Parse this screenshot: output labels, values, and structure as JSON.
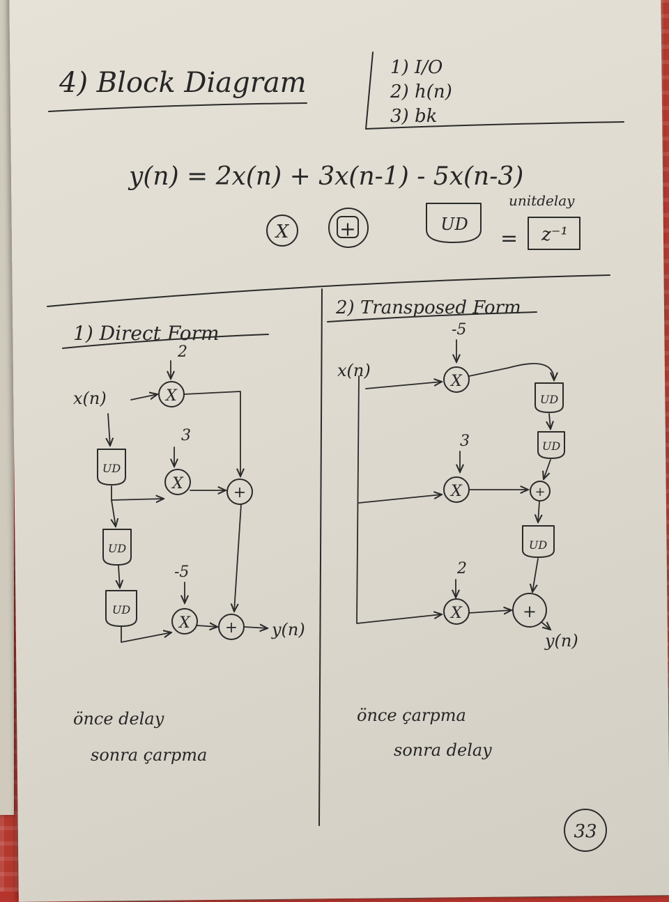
{
  "title": "4) Block Diagram",
  "checklist": [
    "1) I/O",
    "2) h(n)",
    "3) bk"
  ],
  "equation": "y(n) = 2x(n) + 3x(n-1) - 5x(n-3)",
  "legend": {
    "multiplier": "X",
    "adder": "+",
    "unit_delay": "UD",
    "unit_delay_caption": "unitdelay",
    "equals": "=",
    "z_inverse": "z⁻¹"
  },
  "direct_form": {
    "heading": "1) Direct Form",
    "input": "x(n)",
    "output": "y(n)",
    "coefficients": [
      "2",
      "3",
      "-5"
    ],
    "note_line1": "önce delay",
    "note_line2": "sonra çarpma"
  },
  "transposed_form": {
    "heading": "2) Transposed Form",
    "input": "x(n)",
    "output": "y(n)",
    "coefficients": [
      "-5",
      "3",
      "2"
    ],
    "note_line1": "önce çarpma",
    "note_line2": "sonra delay"
  },
  "page_number": "33"
}
